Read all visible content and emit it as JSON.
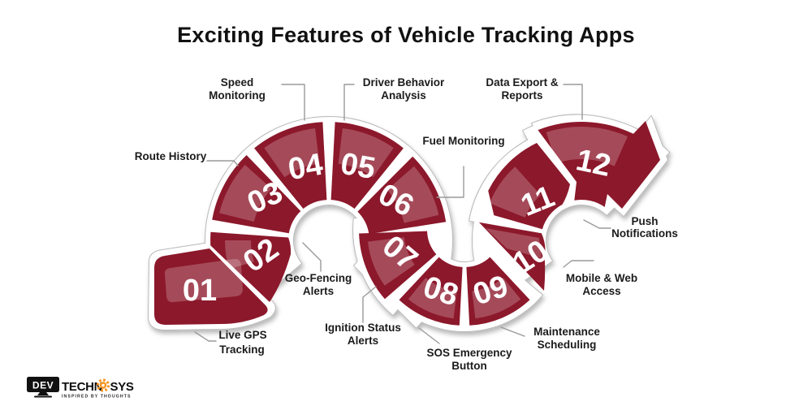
{
  "title": "Exciting Features of Vehicle Tracking Apps",
  "colors": {
    "segment": "#8C182B",
    "segment_highlight": "rgba(255,255,255,0.22)",
    "plate_outline": "#b9b9b9",
    "connector": "#9a9a9a",
    "label_text": "#1b1b1b",
    "number_text": "#ffffff",
    "gear_accent": "#F7941D"
  },
  "features": [
    {
      "num": "01",
      "label": "Live GPS Tracking",
      "lines": [
        "Live GPS",
        "Tracking"
      ]
    },
    {
      "num": "02",
      "label": "Geo-Fencing Alerts",
      "lines": [
        "Geo-Fencing",
        "Alerts"
      ]
    },
    {
      "num": "03",
      "label": "Route History",
      "lines": [
        "Route History"
      ]
    },
    {
      "num": "04",
      "label": "Speed Monitoring",
      "lines": [
        "Speed",
        "Monitoring"
      ]
    },
    {
      "num": "05",
      "label": "Driver Behavior Analysis",
      "lines": [
        "Driver Behavior",
        "Analysis"
      ]
    },
    {
      "num": "06",
      "label": "Fuel Monitoring",
      "lines": [
        "Fuel Monitoring"
      ]
    },
    {
      "num": "07",
      "label": "Ignition Status Alerts",
      "lines": [
        "Ignition Status",
        "Alerts"
      ]
    },
    {
      "num": "08",
      "label": "SOS Emergency Button",
      "lines": [
        "SOS Emergency",
        "Button"
      ]
    },
    {
      "num": "09",
      "label": "Maintenance Scheduling",
      "lines": [
        "Maintenance",
        "Scheduling"
      ]
    },
    {
      "num": "10",
      "label": "Mobile & Web Access",
      "lines": [
        "Mobile & Web",
        "Access"
      ]
    },
    {
      "num": "11",
      "label": "Push Notifications",
      "lines": [
        "Push",
        "Notifications"
      ]
    },
    {
      "num": "12",
      "label": "Data Export & Reports",
      "lines": [
        "Data Export &",
        "Reports"
      ]
    }
  ],
  "brand": {
    "dev": "DEV",
    "name_left": "TECHN",
    "name_right": "SYS",
    "tagline": "INSPIRED BY THOUGHTS"
  }
}
